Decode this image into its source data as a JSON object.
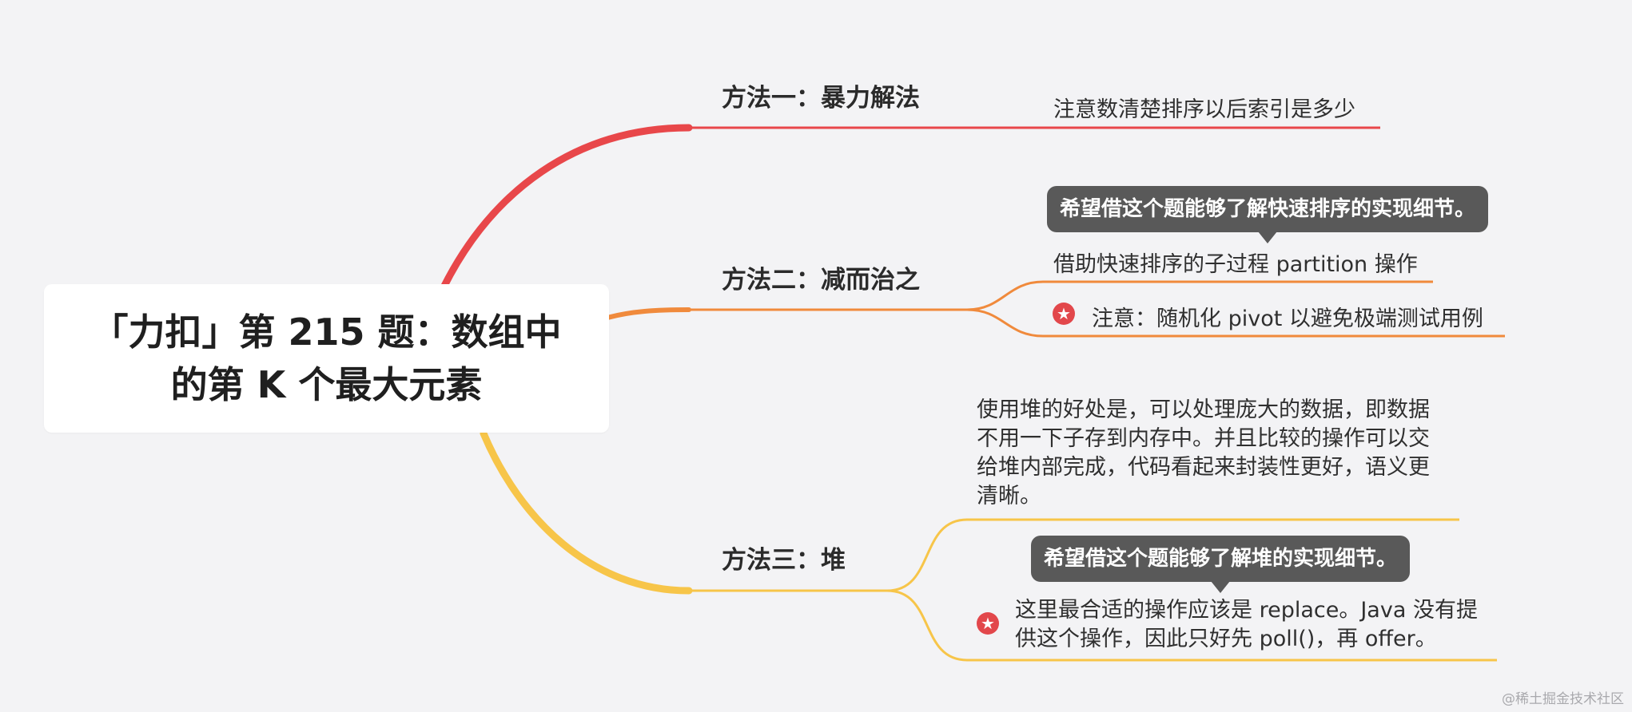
{
  "root": {
    "title": "「力扣」第 215 题：数组中\n的第 K 个最大元素"
  },
  "branches": [
    {
      "label": "方法一：暴力解法",
      "color": "#e8474a",
      "leaves": [
        {
          "text": "注意数清楚排序以后索引是多少"
        }
      ]
    },
    {
      "label": "方法二：减而治之",
      "color": "#f08a3c",
      "callout": "希望借这个题能够了解快速排序的实现细节。",
      "leaves": [
        {
          "text": "借助快速排序的子过程 partition 操作"
        },
        {
          "text": "注意：随机化 pivot 以避免极端测试用例",
          "icon": "star-badge-icon"
        }
      ]
    },
    {
      "label": "方法三：堆",
      "color": "#f7c549",
      "callout": "希望借这个题能够了解堆的实现细节。",
      "leaves": [
        {
          "text": "使用堆的好处是，可以处理庞大的数据，即数据\n不用一下子存到内存中。并且比较的操作可以交\n给堆内部完成，代码看起来封装性更好，语义更\n清晰。"
        },
        {
          "text": "这里最合适的操作应该是 replace。Java 没有提\n供这个操作，因此只好先 poll()，再 offer。",
          "icon": "star-badge-icon"
        }
      ]
    }
  ],
  "watermark": "@稀土掘金技术社区"
}
